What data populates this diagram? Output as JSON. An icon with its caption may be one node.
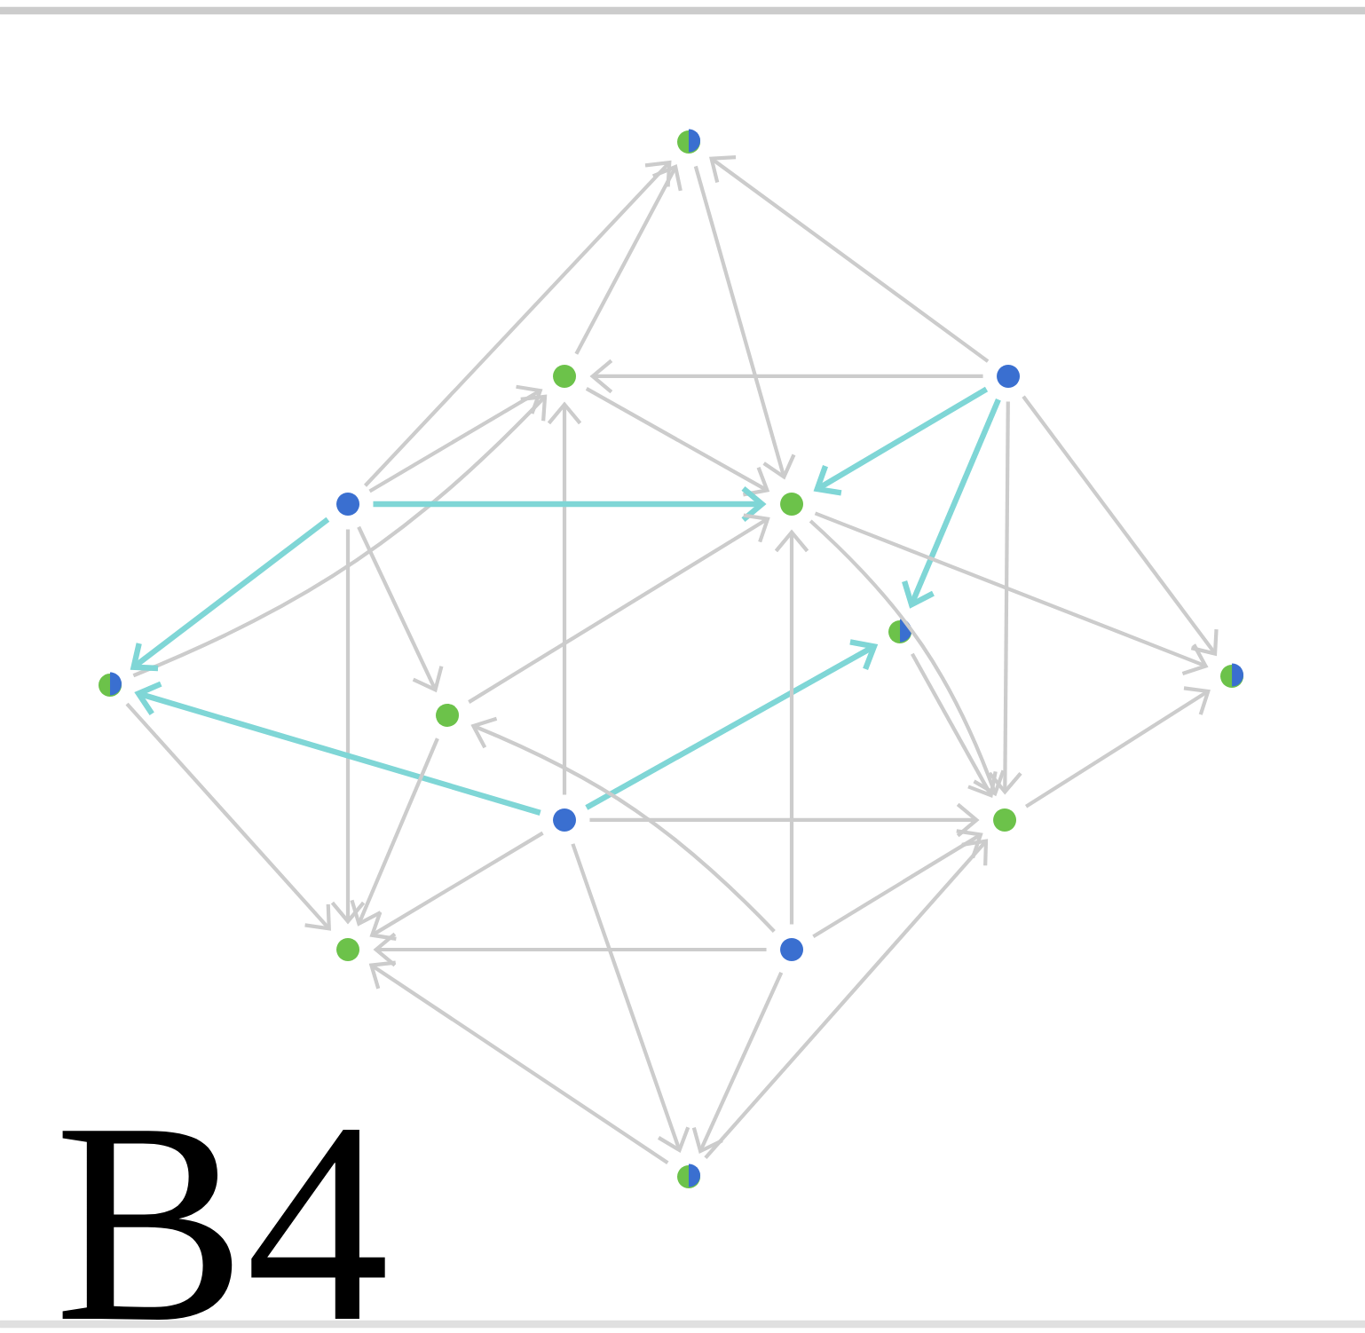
{
  "diagram": {
    "nodes": [
      {
        "text": [],
        "shape": "circle"
      },
      {
        "text": [],
        "shape": "circle"
      },
      {
        "text": [],
        "shape": "circle"
      },
      {
        "text": [],
        "shape": "circle"
      },
      {
        "text": [],
        "shape": "circle"
      },
      {
        "text": [],
        "shape": "circle"
      },
      {
        "text": [],
        "shape": "circle"
      },
      {
        "text": [],
        "shape": "circle"
      },
      {
        "text": [],
        "shape": "circle"
      },
      {
        "text": [],
        "shape": "circle"
      },
      {
        "text": [],
        "shape": "circle"
      },
      {
        "text": [],
        "shape": "circle"
      },
      {
        "text": [],
        "shape": "circle"
      },
      {
        "text": [],
        "shape": "circle"
      }
    ],
    "edges": [
      {
        "from": 1,
        "to": 0,
        "arrow": "to"
      },
      {
        "from": 3,
        "to": 0,
        "arrow": "to"
      },
      {
        "from": 2,
        "to": 0,
        "arrow": "to"
      },
      {
        "from": 0,
        "to": 4,
        "arrow": "to"
      },
      {
        "from": 2,
        "to": 1,
        "arrow": "to"
      },
      {
        "from": 3,
        "to": 1,
        "arrow": "to"
      },
      {
        "from": 5,
        "to": 1,
        "arrow": "to"
      },
      {
        "from": 1,
        "to": 4,
        "arrow": "to"
      },
      {
        "from": 9,
        "to": 1,
        "arrow": "to"
      },
      {
        "from": 3,
        "to": 11,
        "arrow": "to"
      },
      {
        "from": 3,
        "to": 8,
        "arrow": "to"
      },
      {
        "from": 3,
        "to": 4,
        "arrow": "to",
        "color": "#7fd6d6"
      },
      {
        "from": 3,
        "to": 5,
        "arrow": "to",
        "color": "#7fd6d6"
      },
      {
        "from": 2,
        "to": 4,
        "arrow": "to",
        "color": "#7fd6d6"
      },
      {
        "from": 2,
        "to": 6,
        "arrow": "to",
        "color": "#7fd6d6"
      },
      {
        "from": 9,
        "to": 5,
        "arrow": "to",
        "color": "#7fd6d6"
      },
      {
        "from": 9,
        "to": 6,
        "arrow": "to",
        "color": "#7fd6d6"
      },
      {
        "from": 2,
        "to": 10,
        "arrow": "to"
      },
      {
        "from": 2,
        "to": 7,
        "arrow": "to"
      },
      {
        "from": 4,
        "to": 7,
        "arrow": "to"
      },
      {
        "from": 4,
        "to": 10,
        "arrow": "to"
      },
      {
        "from": 12,
        "to": 4,
        "arrow": "to"
      },
      {
        "from": 8,
        "to": 4,
        "arrow": "to"
      },
      {
        "from": 8,
        "to": 11,
        "arrow": "to"
      },
      {
        "from": 5,
        "to": 11,
        "arrow": "to"
      },
      {
        "from": 9,
        "to": 11,
        "arrow": "to"
      },
      {
        "from": 12,
        "to": 8,
        "arrow": "to"
      },
      {
        "from": 9,
        "to": 10,
        "arrow": "to"
      },
      {
        "from": 9,
        "to": 13,
        "arrow": "to"
      },
      {
        "from": 12,
        "to": 11,
        "arrow": "to"
      },
      {
        "from": 13,
        "to": 11,
        "arrow": "to"
      },
      {
        "from": 12,
        "to": 10,
        "arrow": "to"
      },
      {
        "from": 13,
        "to": 10,
        "arrow": "to"
      },
      {
        "from": 12,
        "to": 13,
        "arrow": "to"
      },
      {
        "from": 10,
        "to": 7,
        "arrow": "to"
      },
      {
        "from": 6,
        "to": 10,
        "arrow": "to"
      }
    ],
    "labels": [
      "B4"
    ]
  }
}
